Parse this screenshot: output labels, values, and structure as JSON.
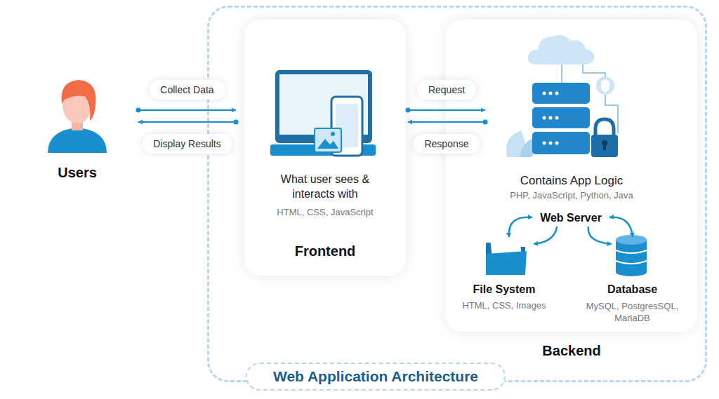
{
  "diagram": {
    "nodes": [
      {
        "text": [
          "Users"
        ]
      },
      {
        "text": [
          "Web Application Architecture"
        ]
      },
      {
        "text": [
          "What user sees & interacts with",
          "HTML, CSS, JavaScript",
          "Frontend"
        ],
        "in": 1
      },
      {
        "text": [
          "Contains App Logic",
          "PHP, JavaScript, Python, Java",
          "Backend"
        ],
        "in": 1
      },
      {
        "text": [
          "Web Server"
        ],
        "in": 3
      },
      {
        "text": [
          "File System",
          "HTML, CSS, Images"
        ],
        "in": 3
      },
      {
        "text": [
          "Database",
          "MySQL, PostgresSQL, MariaDB"
        ],
        "in": 3
      }
    ],
    "edges": [
      {
        "from": 0,
        "to": 2,
        "label": "Collect Data",
        "arrow": "to"
      },
      {
        "from": 2,
        "to": 0,
        "label": "Display Results",
        "arrow": "to"
      },
      {
        "from": 2,
        "to": 3,
        "label": "Request",
        "arrow": "to"
      },
      {
        "from": 3,
        "to": 2,
        "label": "Response",
        "arrow": "to"
      },
      {
        "from": 4,
        "to": 5,
        "arrow": "both"
      },
      {
        "from": 4,
        "to": 5,
        "arrow": "to"
      },
      {
        "from": 4,
        "to": 6,
        "arrow": "to"
      },
      {
        "from": 6,
        "to": 4,
        "arrow": "both"
      }
    ]
  }
}
